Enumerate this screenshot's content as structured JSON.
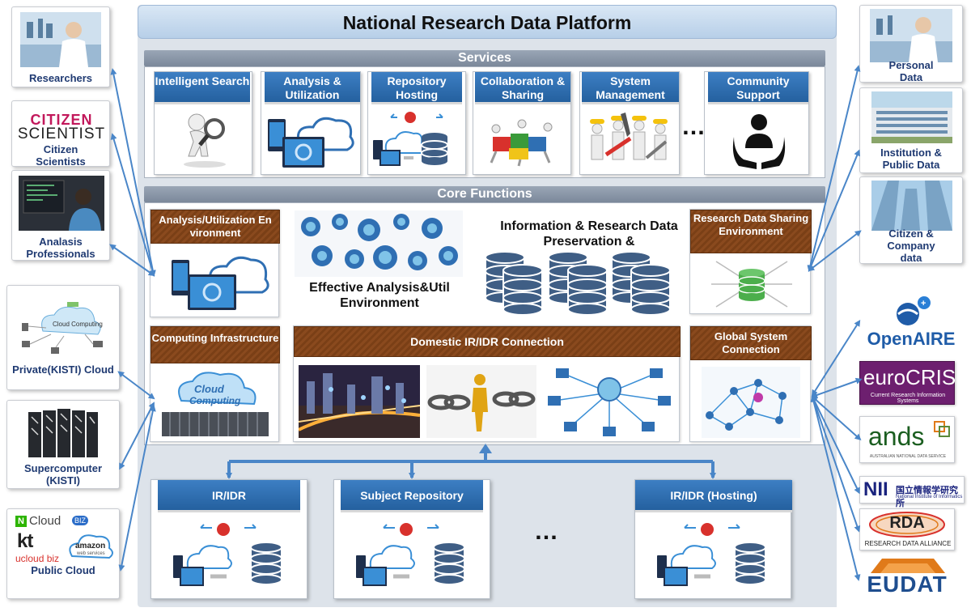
{
  "title": "National Research Data Platform",
  "services": {
    "label": "Services",
    "items": [
      {
        "label": "Intelligent Search"
      },
      {
        "label": "Analysis & Utilization"
      },
      {
        "label": "Repository Hosting"
      },
      {
        "label": "Collaboration & Sharing"
      },
      {
        "label": "System Management"
      },
      {
        "label": "Community Support"
      }
    ],
    "ellipsis": "…"
  },
  "core": {
    "label": "Core Functions",
    "analysis_env": "Analysis/Utilization Environment",
    "effective_text": "Effective Analysis&Util Environment",
    "info_text": "Information & Research Data Preservation &",
    "sharing_env": "Research Data Sharing Environment",
    "computing": "Computing Infrastructure",
    "domestic": "Domestic IR/IDR Connection",
    "global": "Global System Connection"
  },
  "repos": {
    "items": [
      {
        "label": "IR/IDR"
      },
      {
        "label": "Subject Repository"
      },
      {
        "label": "IR/IDR (Hosting)"
      }
    ],
    "ellipsis": "…"
  },
  "left": {
    "researchers": "Researchers",
    "citizen_logo_top": "CITIZEN",
    "citizen_logo_bottom": "SCIENTIST",
    "citizen": "Citizen Scientists",
    "analysis_pros": "Analasis Professionals",
    "private_cloud": "Private(KISTI) Cloud",
    "cloud_diagram_text": "Cloud Computing",
    "supercomputer": "Supercomputer (KISTI)",
    "public_cloud": "Public Cloud",
    "ncloud": "Cloud",
    "ncloud_badge": "BIZ",
    "kt": "kt",
    "ucloud": "ucloud biz",
    "amazon": "amazon",
    "amazon_sub": "web services"
  },
  "right": {
    "personal": "Personal Data",
    "institution": "Institution & Public Data",
    "citizen_company": "Citizen & Company data",
    "openaire": "OpenAIRE",
    "eurocris": "euroCRIS",
    "eurocris_sub": "Current Research Information Systems",
    "ands": "ands",
    "ands_sub": "AUSTRALIAN NATIONAL DATA SERVICE",
    "nii": "NII",
    "nii_jp": "国立情報学研究所",
    "nii_en": "National Institute of Informatics",
    "rda": "RDA",
    "rda_sub": "RESEARCH DATA ALLIANCE",
    "eudat": "EUDAT"
  },
  "colors": {
    "blue_head": "#2f6fb3",
    "brown_head": "#7d4018",
    "arrow": "#4a86c8",
    "db": "#3f5e85"
  }
}
